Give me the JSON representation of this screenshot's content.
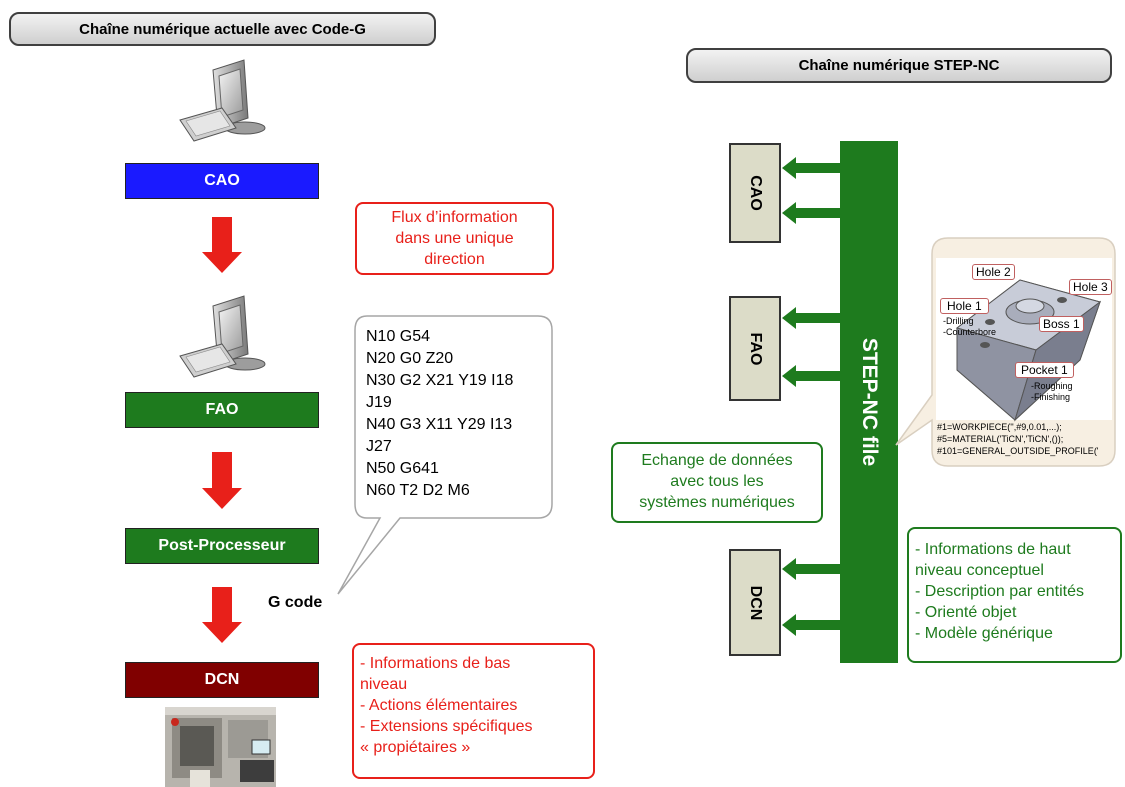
{
  "left": {
    "title": "Chaîne numérique actuelle avec Code-G",
    "steps": [
      "CAO",
      "FAO",
      "Post-Processeur",
      "DCN"
    ],
    "step_colors": [
      "#1a1aff",
      "#1e7b1e",
      "#1e7b1e",
      "#800000"
    ],
    "arrow_color": "#e8201a",
    "flux_note": [
      "Flux d’information",
      "dans une unique",
      "direction"
    ],
    "gcode_lines": [
      "N10 G54",
      "N20 G0 Z20",
      "N30 G2 X21 Y19 I18",
      "J19",
      "N40 G3 X11 Y29 I13",
      "J27",
      "N50 G641",
      "N60 T2 D2 M6"
    ],
    "gcode_label": "G code",
    "low_level_note": [
      "- Informations de bas",
      "niveau",
      "- Actions élémentaires",
      "- Extensions spécifiques",
      "« propiétaires »"
    ],
    "note_color": "#e8201a"
  },
  "right": {
    "title": "Chaîne numérique STEP-NC",
    "systems": [
      "CAO",
      "FAO",
      "DCN"
    ],
    "bus_label": "STEP-NC file",
    "bus_color": "#1e7b1e",
    "exchange_note": [
      "Echange de données",
      "avec tous les",
      "systèmes numériques"
    ],
    "high_level_note": [
      "- Informations de haut",
      "niveau conceptuel",
      "- Description par entités",
      "- Orienté objet",
      "- Modèle générique"
    ],
    "part_labels": {
      "hole2": "Hole 2",
      "hole3": "Hole 3",
      "hole1": "Hole 1",
      "hole1_ops": [
        "-Drilling",
        "-Counterbore"
      ],
      "boss1": "Boss 1",
      "pocket1": "Pocket 1",
      "pocket1_ops": [
        "-Roughing",
        "-Finishing"
      ]
    },
    "code_lines": [
      "#1=WORKPIECE('',#9,0.01,...);",
      "#5=MATERIAL('TiCN','TiCN',());",
      "#101=GENERAL_OUTSIDE_PROFILE('"
    ]
  },
  "icons": [
    "computer-icon",
    "machine-tool-photo",
    "part-3d-model"
  ]
}
